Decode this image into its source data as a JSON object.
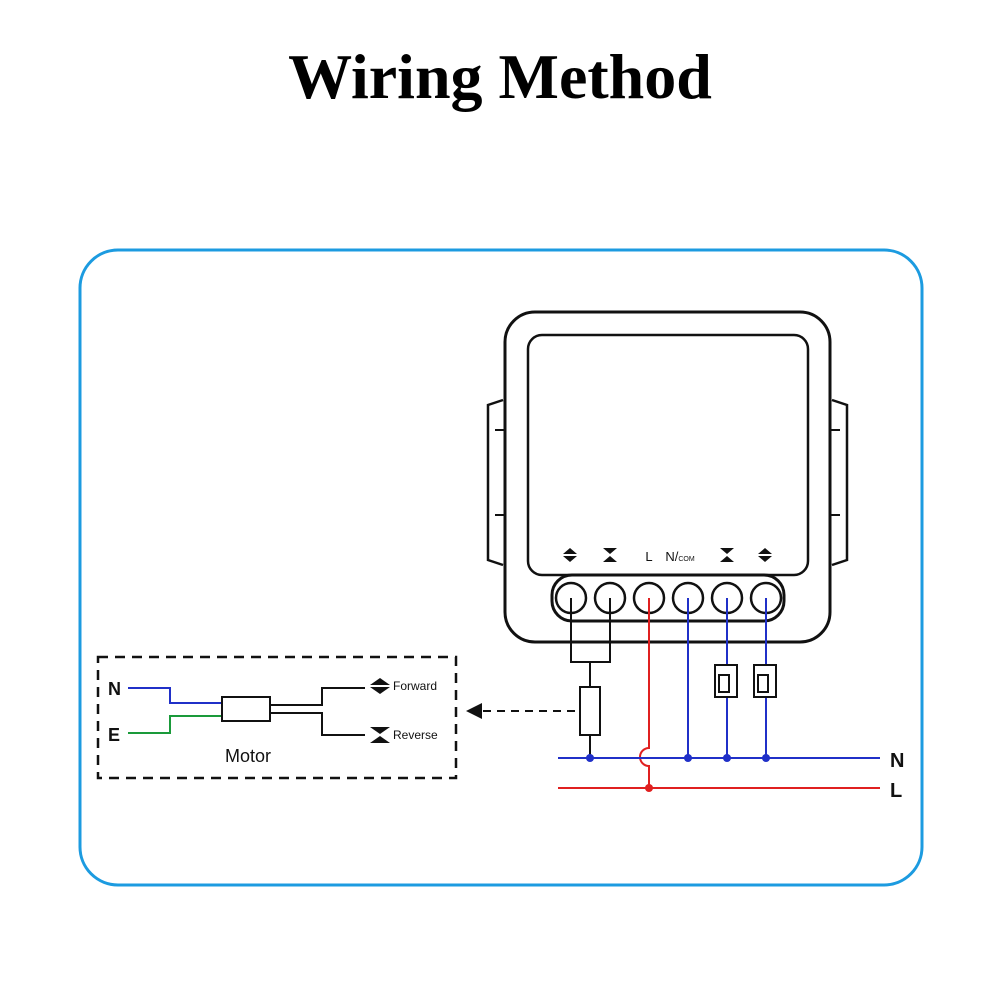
{
  "title": "Wiring Method",
  "colors": {
    "frame_border": "#1c9be0",
    "neutral_wire": "#2030c8",
    "live_wire": "#e02020",
    "earth_wire": "#1a9a3a",
    "device": "#111111"
  },
  "device": {
    "terminals": [
      {
        "icon": "up-arrow-icon",
        "label": ""
      },
      {
        "icon": "down-arrow-icon",
        "label": ""
      },
      {
        "icon": "",
        "label": "L"
      },
      {
        "icon": "",
        "label": "N/",
        "sub": "COM"
      },
      {
        "icon": "down-arrow-icon",
        "label": ""
      },
      {
        "icon": "up-arrow-icon",
        "label": ""
      }
    ]
  },
  "motor_box": {
    "n_label": "N",
    "e_label": "E",
    "motor_label": "Motor",
    "forward_label": "Forward",
    "reverse_label": "Reverse"
  },
  "mains": {
    "n_label": "N",
    "l_label": "L"
  }
}
